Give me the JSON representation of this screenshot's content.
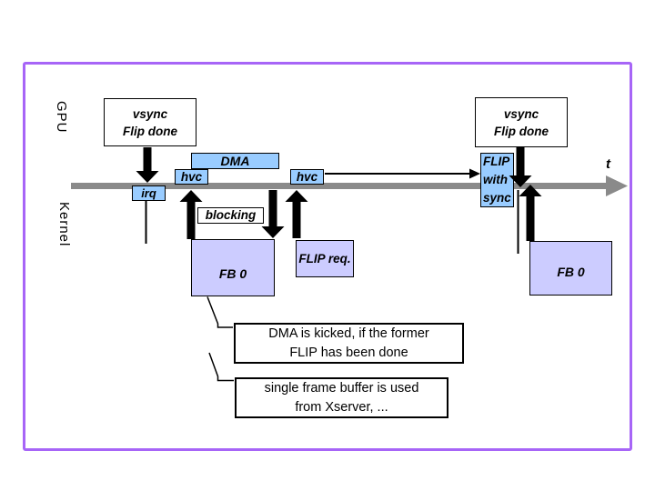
{
  "labels": {
    "gpu_lane": "GPU",
    "kernel_lane": "Kernel",
    "time_axis": "t"
  },
  "boxes": {
    "vsync_left": "vsync\nFlip done",
    "vsync_right": "vsync\nFlip done",
    "dma": "DMA",
    "hvc_left": "hvc",
    "hvc_right": "hvc",
    "irq": "irq",
    "blocking": "blocking",
    "fb0_left": "FB 0",
    "flip_req": "FLIP req.",
    "flip_with_sync": "FLIP\nwith\nsync",
    "fb0_right": "FB 0"
  },
  "callouts": [
    {
      "text": "DMA is kicked, if the former\nFLIP has been done"
    },
    {
      "text": "single frame buffer is used\nfrom Xserver, ..."
    }
  ],
  "colors": {
    "frame_border": "#a765f7",
    "box_blue": "#99ccff",
    "box_lavender": "#ccccff",
    "timeline_gray": "#8a8a8a",
    "arrow_black": "#000000"
  }
}
